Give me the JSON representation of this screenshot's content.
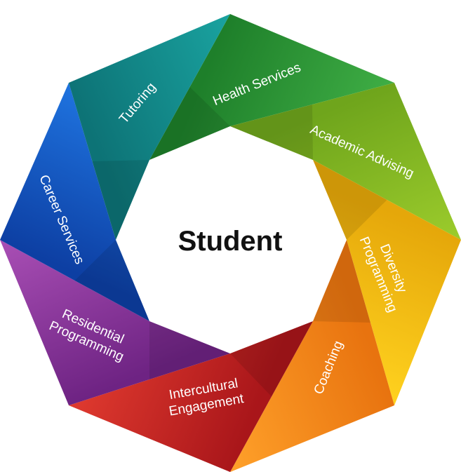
{
  "center": {
    "label": "Student"
  },
  "segments": [
    {
      "id": "health-services",
      "lines": [
        "Health Services"
      ],
      "color_light": "#3fae45",
      "color_dark": "#1e7f2a"
    },
    {
      "id": "academic-advising",
      "lines": [
        "Academic Advising"
      ],
      "color_light": "#9ccc2c",
      "color_dark": "#6fa51c"
    },
    {
      "id": "diversity-programming",
      "lines": [
        "Diversity",
        "Programming"
      ],
      "color_light": "#ffd21f",
      "color_dark": "#e5a70a"
    },
    {
      "id": "coaching",
      "lines": [
        "Coaching"
      ],
      "color_light": "#ffa12a",
      "color_dark": "#e8730f"
    },
    {
      "id": "intercultural-engagement",
      "lines": [
        "Intercultural",
        "Engagement"
      ],
      "color_light": "#e03a2f",
      "color_dark": "#a9161a"
    },
    {
      "id": "residential-programming",
      "lines": [
        "Residential",
        "Programming"
      ],
      "color_light": "#a94fb5",
      "color_dark": "#6e2383"
    },
    {
      "id": "career-services",
      "lines": [
        "Career Services"
      ],
      "color_light": "#1f74e0",
      "color_dark": "#0d3fa3"
    },
    {
      "id": "tutoring",
      "lines": [
        "Tutoring"
      ],
      "color_light": "#1aa3a0",
      "color_dark": "#0d7376"
    }
  ]
}
